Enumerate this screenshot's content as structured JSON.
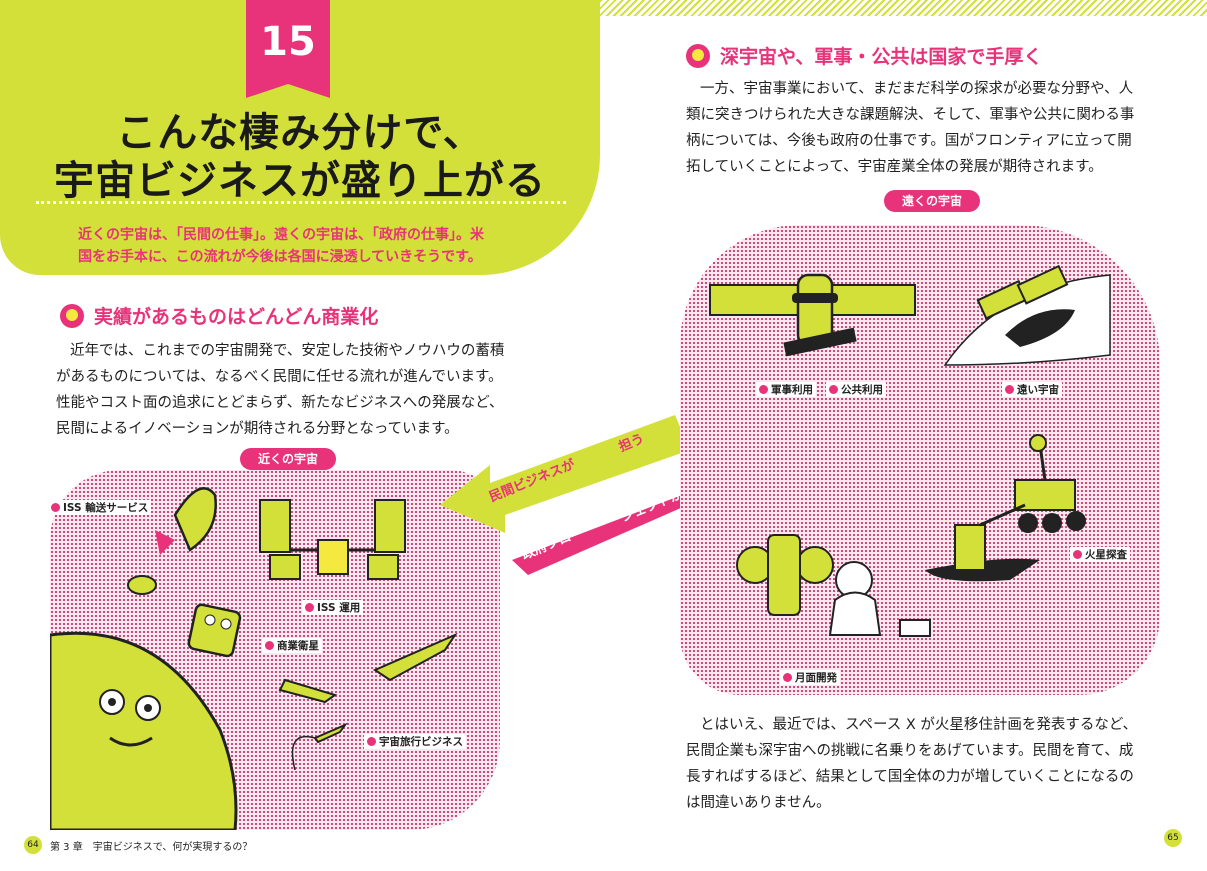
{
  "chapter_number": "15",
  "title_line1": "こんな棲み分けで、",
  "title_line2": "宇宙ビジネスが盛り上がる",
  "lead_line1": "近くの宇宙は、「民間の仕事」。遠くの宇宙は、「政府の仕事」。米",
  "lead_line2": "国をお手本に、この流れが今後は各国に浸透していきそうです。",
  "left_section": {
    "heading": "実績があるものはどんどん商業化",
    "paragraph": [
      "近年では、これまでの宇宙開発で、安定した技術やノウハウの蓄積",
      "があるものについては、なるべく民間に任せる流れが進んでいます。",
      "性能やコスト面の追求にとどまらず、新たなビジネスへの発展など、",
      "民間によるイノベーションが期待される分野となっています。"
    ]
  },
  "near_space": {
    "pill": "近くの宇宙",
    "labels": [
      "ISS 輸送サービス",
      "ISS 運用",
      "商業衛星",
      "宇宙旅行ビジネス"
    ]
  },
  "arrows": {
    "left_a": "民間ビジネスが",
    "left_b": "担う",
    "right_a": "政府プロ",
    "right_b": "ジェクトが担う"
  },
  "right_section": {
    "heading": "深宇宙や、軍事・公共は国家で手厚く",
    "paragraph": [
      "一方、宇宙事業において、まだまだ科学の探求が必要な分野や、人",
      "類に突きつけられた大きな課題解決、そして、軍事や公共に関わる事",
      "柄については、今後も政府の仕事です。国がフロンティアに立って開",
      "拓していくことによって、宇宙産業全体の発展が期待されます。"
    ],
    "paragraph2": [
      "とはいえ、最近では、スペース X が火星移住計画を発表するなど、",
      "民間企業も深宇宙への挑戦に名乗りをあげています。民間を育て、成",
      "長すればするほど、結果として国全体の力が増していくことになるの",
      "は間違いありません。"
    ]
  },
  "far_space": {
    "pill": "遠くの宇宙",
    "labels": [
      "軍事利用",
      "公共利用",
      "遠い宇宙",
      "火星探査",
      "月面開発"
    ]
  },
  "footer": {
    "left_page": "64",
    "chapter": "第 3 章　宇宙ビジネスで、何が実現するの？",
    "right_page": "65"
  },
  "colors": {
    "accent_pink": "#e8337a",
    "accent_lime": "#d4e03a"
  }
}
